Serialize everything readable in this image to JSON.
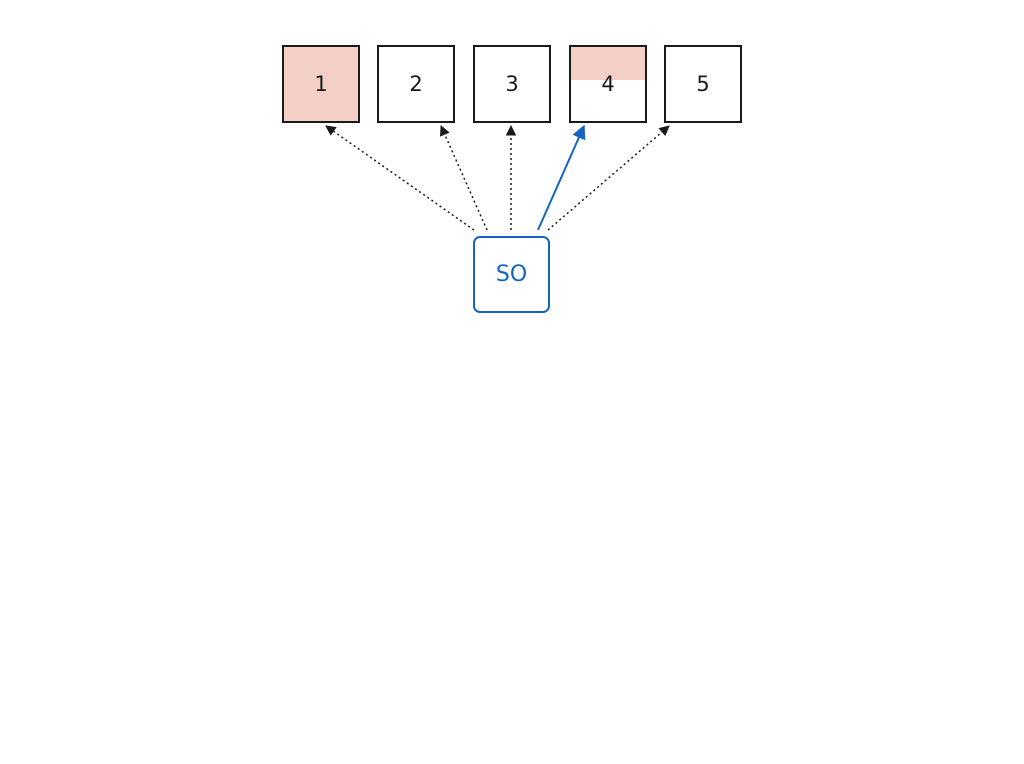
{
  "slots": [
    {
      "label": "1",
      "fill": 1.0
    },
    {
      "label": "2",
      "fill": 0
    },
    {
      "label": "3",
      "fill": 0
    },
    {
      "label": "4",
      "fill": 0.45
    },
    {
      "label": "5",
      "fill": 0
    }
  ],
  "source": {
    "label": "SO"
  },
  "colors": {
    "fill": "#f3cfc6",
    "accent": "#1565c0",
    "ink": "#1a1a1a"
  },
  "arrows": [
    {
      "to": "1",
      "style": "dotted"
    },
    {
      "to": "2",
      "style": "dotted"
    },
    {
      "to": "3",
      "style": "dotted"
    },
    {
      "to": "4",
      "style": "solid",
      "color": "#1565c0"
    },
    {
      "to": "5",
      "style": "dotted"
    }
  ]
}
